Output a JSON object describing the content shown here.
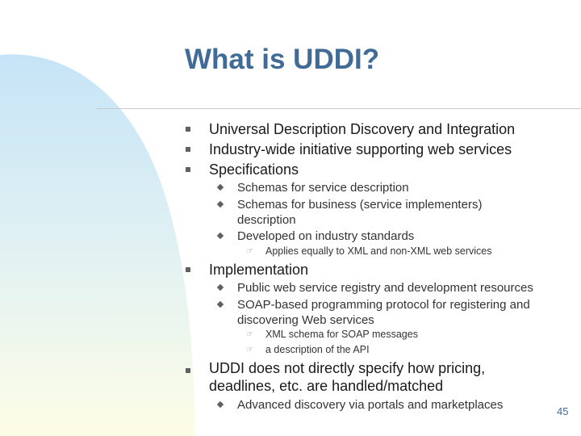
{
  "slide": {
    "title": "What is UDDI?",
    "page_number": "45",
    "colors": {
      "title": "#3f6b96",
      "background_curve_top": "#c6e4f7",
      "background_curve_bottom": "#fdfde6",
      "bullet": "#606060"
    },
    "content": {
      "b1": "Universal Description Discovery and Integration",
      "b2": "Industry-wide initiative supporting web services",
      "b3": "Specifications",
      "b3_sub1": "Schemas for service description",
      "b3_sub2": "Schemas for business (service implementers) description",
      "b3_sub3": "Developed on industry standards",
      "b3_sub3_note": "Applies equally to XML and non-XML web services",
      "b4": "Implementation",
      "b4_sub1": "Public web service registry and development resources",
      "b4_sub2": "SOAP-based programming protocol for registering and discovering Web services",
      "b4_sub2_note1": "XML schema for SOAP messages",
      "b4_sub2_note2": "a description of the API",
      "b5": "UDDI does not directly specify how pricing, deadlines, etc. are handled/matched",
      "b5_sub1": "Advanced discovery via portals and marketplaces"
    },
    "markers": {
      "level1": "square-bullet-icon",
      "level2": "diamond-bullet-icon",
      "level3": "pointing-hand-icon"
    }
  }
}
